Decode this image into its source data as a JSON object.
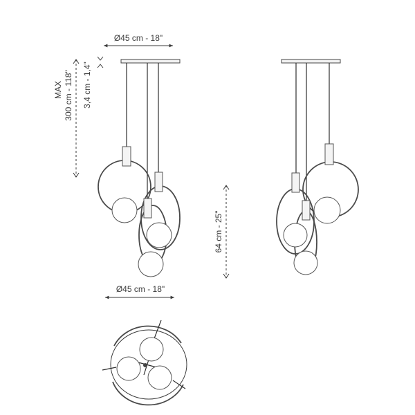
{
  "dimensions": {
    "top_width": "Ø45 cm - 18\"",
    "bottom_width": "Ø45 cm - 18\"",
    "max_label": "MAX",
    "max_height": "300 cm - 118\"",
    "canopy_height": "3,4 cm - 1,4\"",
    "body_height": "64 cm - 25\""
  },
  "colors": {
    "line": "#3a3a3a",
    "background": "#ffffff"
  }
}
